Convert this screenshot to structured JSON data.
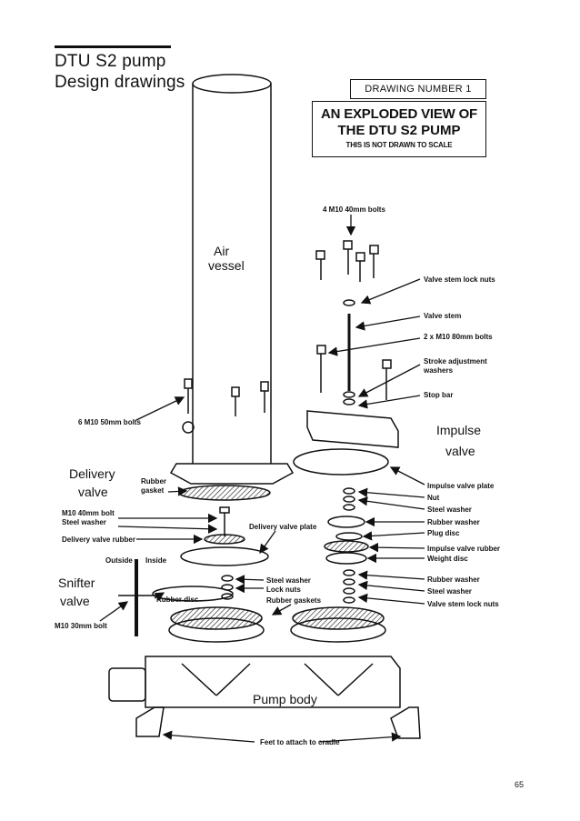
{
  "header": {
    "title_line1": "DTU S2 pump",
    "title_line2": "Design drawings"
  },
  "drawing_number": "DRAWING NUMBER 1",
  "exploded_title": {
    "line1": "AN EXPLODED VIEW OF",
    "line2": "THE DTU S2 PUMP",
    "note": "THIS IS NOT DRAWN TO SCALE"
  },
  "labels": {
    "bolts_4_m10_40": "4 M10 40mm bolts",
    "valve_stem_lock_nuts_top": "Valve stem lock nuts",
    "valve_stem": "Valve stem",
    "bolts_2_m10_80": "2 x M10 80mm bolts",
    "stroke_adjustment": "Stroke adjustment",
    "washers": "washers",
    "stop_bar": "Stop bar",
    "impulse_valve_l1": "Impulse",
    "impulse_valve_l2": "valve",
    "air_vessel_l1": "Air",
    "air_vessel_l2": "vessel",
    "bolts_6_m10_50": "6 M10 50mm bolts",
    "delivery_valve_l1": "Delivery",
    "delivery_valve_l2": "valve",
    "rubber": "Rubber",
    "gasket": "gasket",
    "m10_40_bolt": "M10 40mm bolt",
    "steel_washer_left": "Steel washer",
    "delivery_valve_plate": "Delivery valve plate",
    "delivery_valve_rubber": "Delivery valve rubber",
    "outside": "Outside",
    "inside": "Inside",
    "snifter_valve_l1": "Snifter",
    "snifter_valve_l2": "valve",
    "rubber_disc": "Rubber disc",
    "m10_30_bolt": "M10 30mm bolt",
    "steel_washer_mid": "Steel washer",
    "lock_nuts": "Lock nuts",
    "rubber_gaskets": "Rubber gaskets",
    "impulse_valve_plate": "Impulse valve plate",
    "nut": "Nut",
    "steel_washer_r1": "Steel washer",
    "rubber_washer_r1": "Rubber washer",
    "plug_disc": "Plug disc",
    "impulse_valve_rubber": "Impulse valve rubber",
    "weight_disc": "Weight disc",
    "rubber_washer_r2": "Rubber washer",
    "steel_washer_r2": "Steel washer",
    "valve_stem_lock_nuts_bottom": "Valve stem lock nuts",
    "pump_body": "Pump body",
    "feet": "Feet to attach to cradle"
  },
  "page_number": "65"
}
